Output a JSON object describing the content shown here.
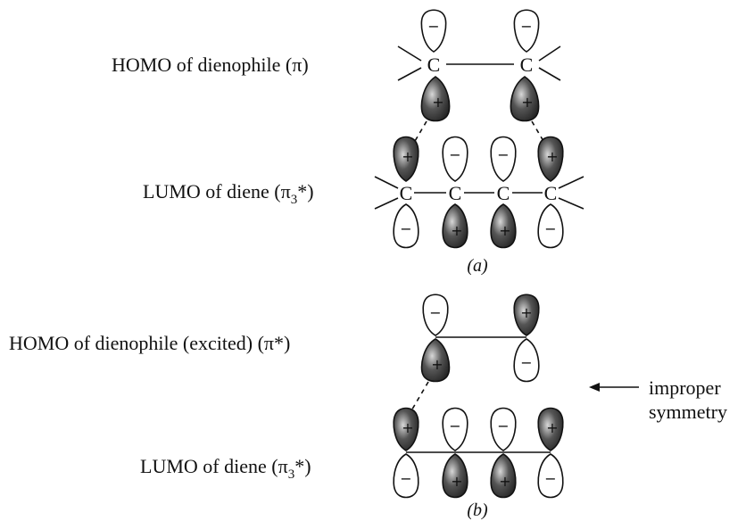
{
  "panel_a": {
    "homo_label": "HOMO of dienophile (π)",
    "lumo_label_main": "LUMO of diene (π",
    "lumo_label_sub": "3",
    "lumo_label_end": "*)",
    "caption": "(a)",
    "atom": "C"
  },
  "panel_b": {
    "homo_label": "HOMO of dienophile (excited) (π*)",
    "lumo_label_main": "LUMO of diene (π",
    "lumo_label_sub": "3",
    "lumo_label_end": "*)",
    "caption": "(b)",
    "note_line1": "improper",
    "note_line2": "symmetry"
  },
  "signs": {
    "plus": "+",
    "minus": "−"
  },
  "colors": {
    "ink": "#111111",
    "shade": "#444444"
  }
}
